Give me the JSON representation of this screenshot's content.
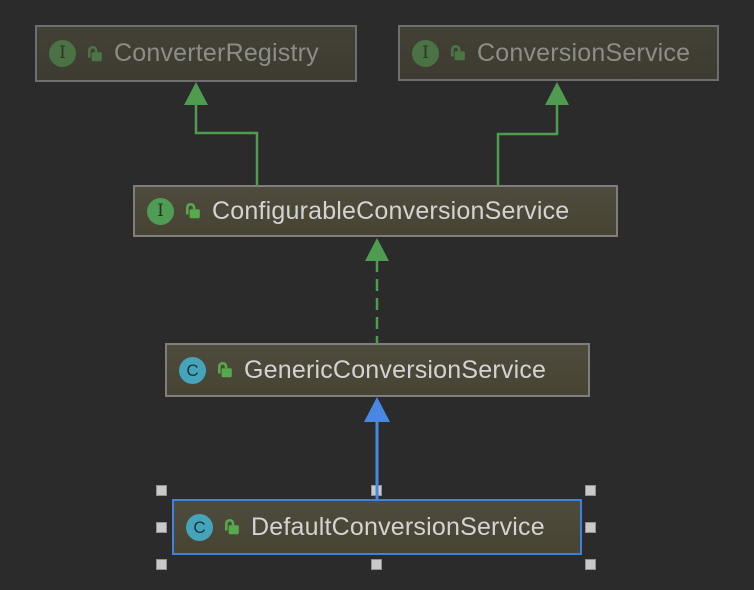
{
  "nodes": [
    {
      "label": "ConverterRegistry",
      "kind": "interface",
      "visibility": "public",
      "dimmed": true,
      "selected": false
    },
    {
      "label": "ConversionService",
      "kind": "interface",
      "visibility": "public",
      "dimmed": true,
      "selected": false
    },
    {
      "label": "ConfigurableConversionService",
      "kind": "interface",
      "visibility": "public",
      "dimmed": false,
      "selected": false
    },
    {
      "label": "GenericConversionService",
      "kind": "class",
      "visibility": "public",
      "dimmed": false,
      "selected": false
    },
    {
      "label": "DefaultConversionService",
      "kind": "class",
      "visibility": "public",
      "dimmed": false,
      "selected": true
    }
  ],
  "icons": {
    "interface_letter": "I",
    "class_letter": "C"
  },
  "edges": [
    {
      "from": "ConfigurableConversionService",
      "to": "ConverterRegistry",
      "relation": "extends",
      "line": "solid",
      "color": "#4f9b50"
    },
    {
      "from": "ConfigurableConversionService",
      "to": "ConversionService",
      "relation": "extends",
      "line": "solid",
      "color": "#4f9b50"
    },
    {
      "from": "GenericConversionService",
      "to": "ConfigurableConversionService",
      "relation": "implements",
      "line": "dashed",
      "color": "#4f9b50"
    },
    {
      "from": "DefaultConversionService",
      "to": "GenericConversionService",
      "relation": "extends",
      "line": "solid",
      "color": "#4a87e2"
    }
  ],
  "colors": {
    "canvas_bg": "#2b2b2b",
    "node_fill": "#4a4738",
    "node_fill_dim": "#403e35",
    "node_border": "#7e7e7e",
    "node_border_dim": "#6e6e6e",
    "label": "#d3d3d3",
    "label_dim": "#8d8d86",
    "interface_icon_green": "#4f9c54",
    "class_icon_teal": "#45a4ba",
    "lock_green": "#58a84e",
    "edge_green": "#4f9b50",
    "edge_blue": "#4a87e2",
    "selection_border_blue": "#3e82e0",
    "handle_gray": "#c9c9c9"
  }
}
